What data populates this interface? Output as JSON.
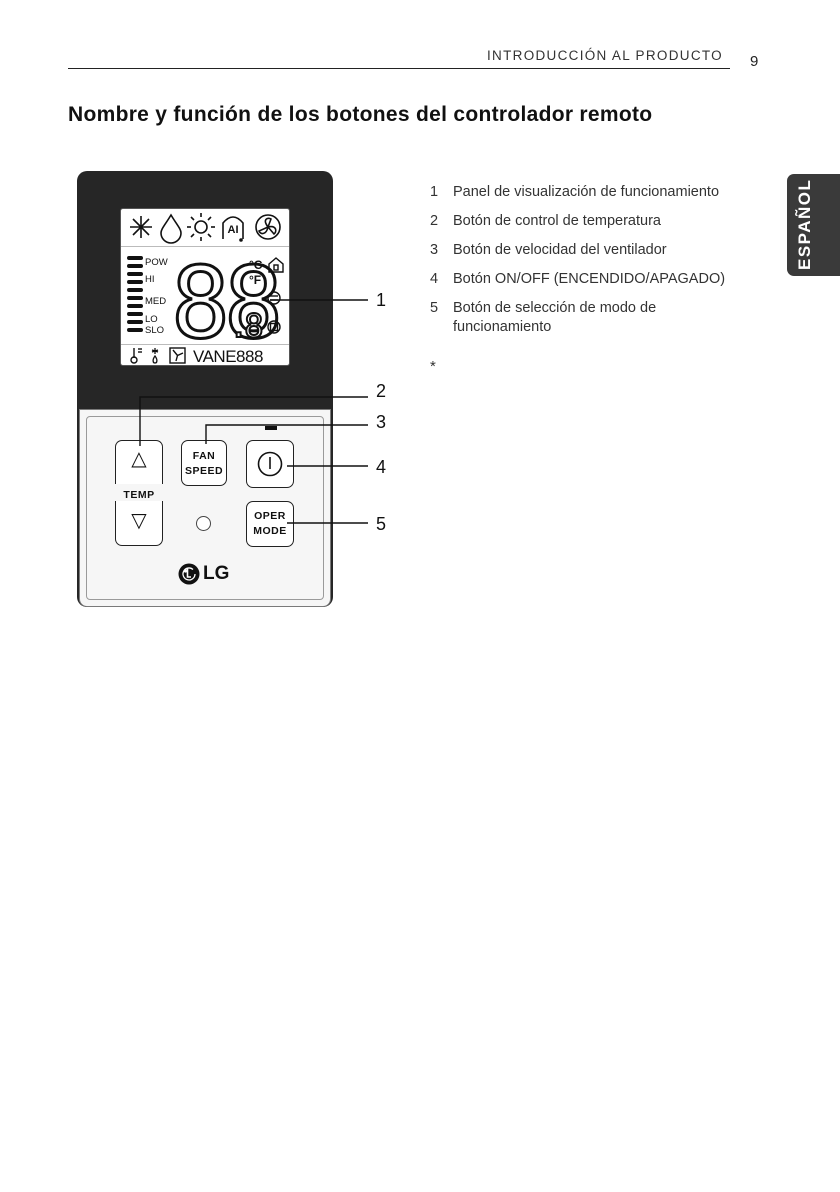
{
  "header": {
    "section_title": "INTRODUCCIÓN AL PRODUCTO",
    "page_number": "9"
  },
  "page_heading": "Nombre y función de los botones del controlador remoto",
  "language_tab": "ESPAÑOL",
  "lcd": {
    "fan_levels": [
      "POW",
      "HI",
      "MED",
      "LO",
      "SLO"
    ],
    "digits": "88",
    "decimal_digit": ".8",
    "unit_c": "°C",
    "unit_f": "°F",
    "ai_label": "AI",
    "vane_text": "VANE888"
  },
  "buttons": {
    "fan_speed": {
      "line1": "FAN",
      "line2": "SPEED"
    },
    "temp_label": "TEMP",
    "temp_up_glyph": "△",
    "temp_down_glyph": "▽",
    "oper_mode": {
      "line1": "OPER",
      "line2": "MODE"
    }
  },
  "brand": "LG",
  "callouts": [
    "1",
    "2",
    "3",
    "4",
    "5"
  ],
  "legend": [
    {
      "num": "1",
      "text": "Panel de visualización de funcionamiento"
    },
    {
      "num": "2",
      "text": "Botón de control de temperatura"
    },
    {
      "num": "3",
      "text": "Botón de velocidad del ventilador"
    },
    {
      "num": "4",
      "text": "Botón ON/OFF (ENCENDIDO/APAGADO)"
    },
    {
      "num": "5",
      "text": "Botón de selección de modo de funcionamiento"
    }
  ],
  "note_marker": "*"
}
